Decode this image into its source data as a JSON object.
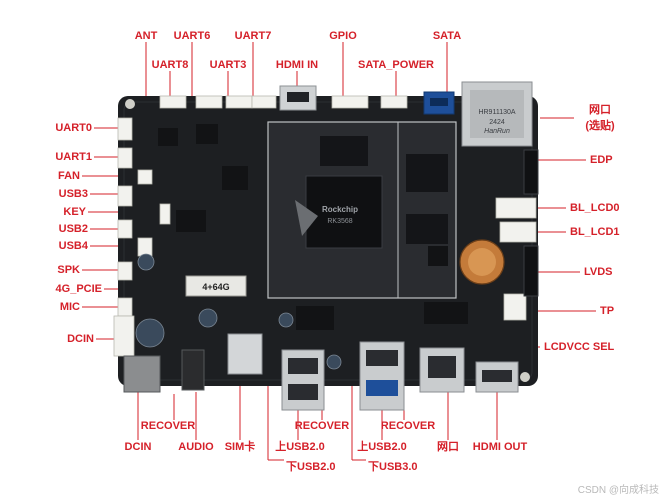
{
  "labels": {
    "ant": "ANT",
    "uart6": "UART6",
    "uart7": "UART7",
    "gpio": "GPIO",
    "sata": "SATA",
    "uart8": "UART8",
    "uart3": "UART3",
    "hdmi_in": "HDMI IN",
    "sata_power": "SATA_POWER",
    "uart0": "UART0",
    "uart1": "UART1",
    "fan": "FAN",
    "usb3": "USB3",
    "key": "KEY",
    "usb2": "USB2",
    "usb4": "USB4",
    "spk": "SPK",
    "pcie_4g": "4G_PCIE",
    "mic": "MIC",
    "dcin_left": "DCIN",
    "ethernet_right": "网口",
    "ethernet_right_sub": "(选贴)",
    "edp": "EDP",
    "bl_lcd0": "BL_LCD0",
    "bl_lcd1": "BL_LCD1",
    "lvds": "LVDS",
    "tp": "TP",
    "lcdvcc_sel": "LCDVCC SEL",
    "recover_1": "RECOVER",
    "dcin_bottom": "DCIN",
    "audio": "AUDIO",
    "sim": "SIM卡",
    "recover_2": "RECOVER",
    "usb20_upper": "上USB2.0",
    "usb20_lower": "下USB2.0",
    "recover_3": "RECOVER",
    "usb20_upper_2": "上USB2.0",
    "usb30_lower": "下USB3.0",
    "ethernet_bottom": "网口",
    "hdmi_out": "HDMI OUT"
  },
  "board_silk": {
    "soc_brand": "Rockchip",
    "soc_model": "RK3568",
    "module_label": "4+64G",
    "rj45_brand": "HanRun",
    "rj45_part": "HR911130A",
    "rj45_code": "2424"
  },
  "watermark": "CSDN @向成科技",
  "colors": {
    "label": "#d5212a",
    "pcb": "#1d1f22",
    "connector": "#f2f2ee",
    "usb_metal": "#c9ccce"
  }
}
